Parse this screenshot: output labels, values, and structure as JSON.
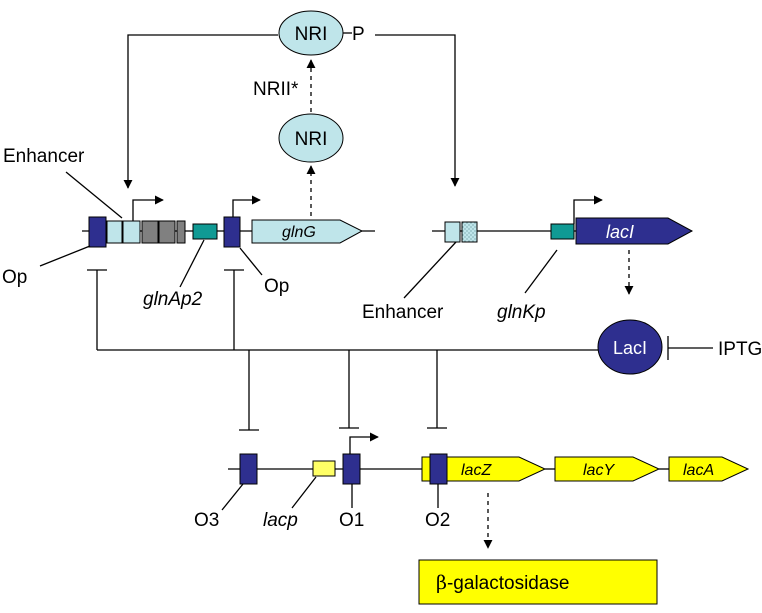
{
  "nodes": {
    "nri_top": "NRI",
    "phospho": "P",
    "nrii": "NRII*",
    "nri_mid": "NRI",
    "laci_protein": "LacI",
    "iptg": "IPTG"
  },
  "labels": {
    "enhancer_left": "Enhancer",
    "enhancer_right": "Enhancer",
    "op_left": "Op",
    "op_right": "Op",
    "glnap2": "glnAp2",
    "glnkp": "glnKp",
    "o3": "O3",
    "lacp": "lacp",
    "o1": "O1",
    "o2": "O2"
  },
  "genes": {
    "glng": "glnG",
    "laci": "lacI",
    "lacz": "lacZ",
    "lacy": "lacY",
    "laca": "lacA"
  },
  "product": {
    "beta_symbol": "β",
    "name": "-galactosidase"
  },
  "colors": {
    "operator": "#2e2f8f",
    "enhancer": "#bfe5ea",
    "promoter": "#109a94",
    "lac_genes": "#ffff00"
  }
}
